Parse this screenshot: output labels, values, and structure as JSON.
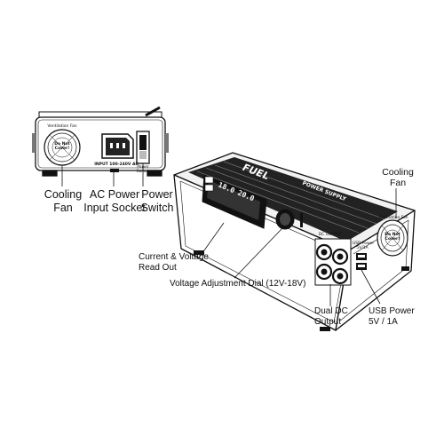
{
  "rear_panel": {
    "ventilation_label": "Ventilation Fan",
    "do_not_cover": "Do Not\nCover!",
    "input_label": "INPUT 100-240V AC",
    "switch_label": "Power\nSwitch"
  },
  "callouts": {
    "cooling_fan_left": "Cooling\nFan",
    "ac_power_input": "AC Power\nInput Socket",
    "power_switch": "Power\nSwitch",
    "cooling_fan_right": "Cooling\nFan",
    "readout": "Current & Voltage\nRead Out",
    "dial": "Voltage Adjustment Dial (12V-18V)",
    "dual_dc": "Dual DC\nOutput",
    "usb_power": "USB Power\n5V / 1A"
  },
  "device": {
    "brand": "FUEL",
    "product": "POWER SUPPLY",
    "display_left": "18.0",
    "display_right": "20.0",
    "dc_output_label": "DC OUTPUT",
    "usb_label": "USB Power\n5V/1A",
    "fan_vent_label": "Ventilation Fan",
    "fan_do_not_cover": "Do Not\nCover!"
  }
}
